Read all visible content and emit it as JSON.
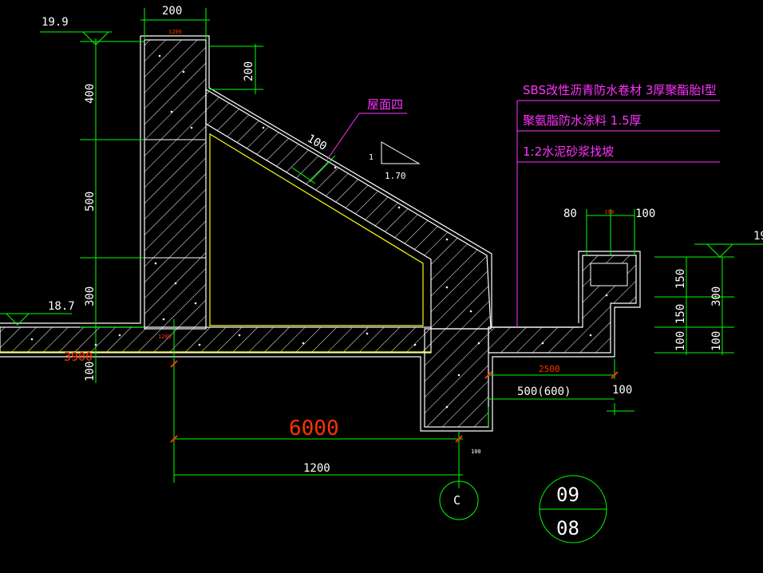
{
  "colors": {
    "background": "#000000",
    "outline": "#ffffff",
    "hatch": "#ffffff",
    "dimension": "#00ff00",
    "dimension_text": "#ffffff",
    "accent_red": "#ff3300",
    "accent_yellow": "#ffff00",
    "annotation": "#ff33ff"
  },
  "elevations": {
    "top": "19.9",
    "floor": "18.7",
    "right": "19"
  },
  "dims_top": {
    "wall_width": "200",
    "wall_small": "1200",
    "wall_step": "200"
  },
  "dims_left": {
    "d1": "400",
    "d2": "500",
    "d3": "300",
    "d4": "100"
  },
  "slope": {
    "thickness": "100",
    "ratio_left": "1",
    "ratio_bottom": "1.70"
  },
  "roof_label": "屋面四",
  "layers": [
    "SBS改性沥青防水卷材 3厚聚酯胎I型",
    "聚氨脂防水涂料 1.5厚",
    "1:2水泥砂浆找坡"
  ],
  "dims_gutter": {
    "left": "80",
    "mid": "100",
    "right": "100"
  },
  "dims_right": {
    "a1": "150",
    "a2": "150",
    "a3": "100",
    "b1": "300",
    "b2": "100"
  },
  "dims_bottom": {
    "red_small": "3900",
    "main_red": "6000",
    "lower": "1200",
    "beam_small": "100",
    "ledge": "2500",
    "beam_width": "500(600)",
    "ledge_end": "100",
    "wall_foot": "1200"
  },
  "axis_label": "C",
  "detail": {
    "top": "09",
    "bottom": "08"
  }
}
